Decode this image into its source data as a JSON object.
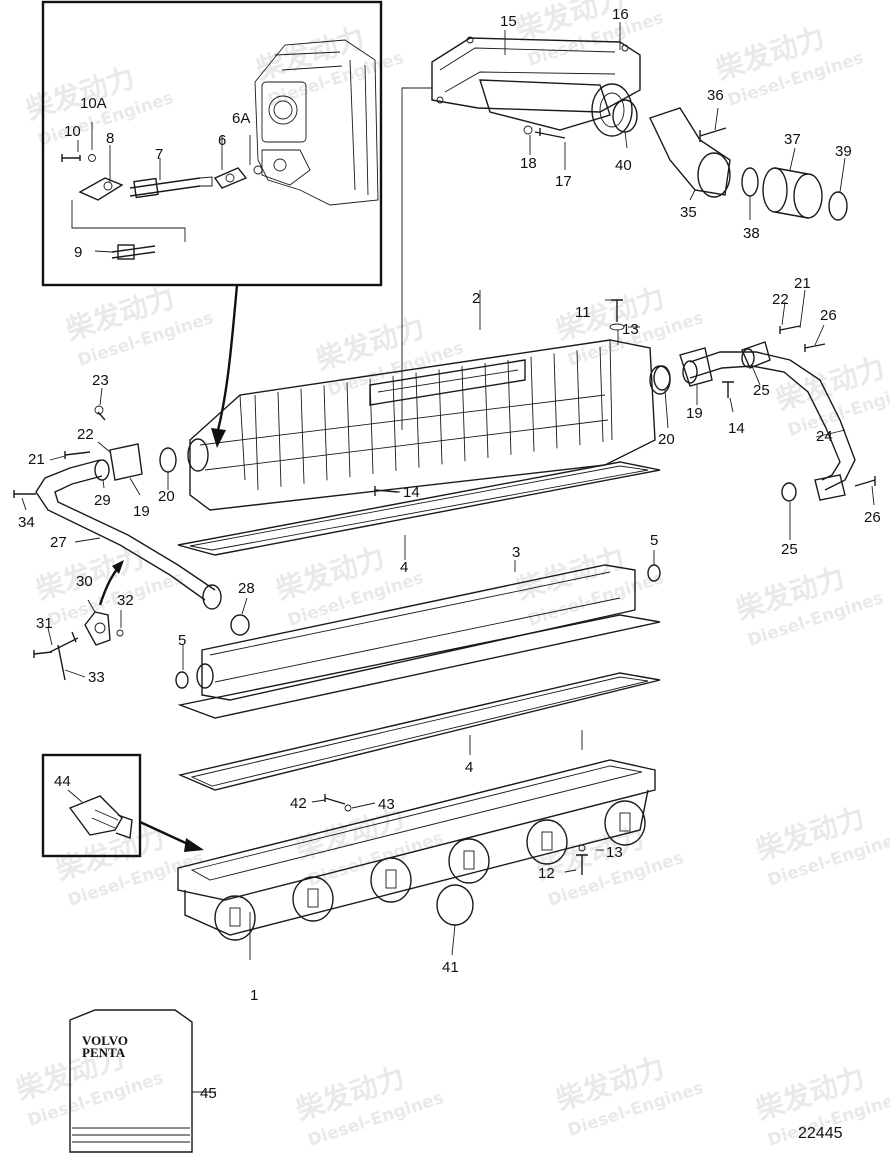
{
  "reference_number": "22445",
  "brand_label": "VOLVO PENTA",
  "watermark": {
    "brand_cn": "柴发动力",
    "brand_en": "Diesel-Engines"
  },
  "callouts": [
    {
      "num": "1"
    },
    {
      "num": "2"
    },
    {
      "num": "3"
    },
    {
      "num": "4"
    },
    {
      "num": "4"
    },
    {
      "num": "5"
    },
    {
      "num": "5"
    },
    {
      "num": "6"
    },
    {
      "num": "6A"
    },
    {
      "num": "7"
    },
    {
      "num": "8"
    },
    {
      "num": "9"
    },
    {
      "num": "10"
    },
    {
      "num": "10A"
    },
    {
      "num": "11"
    },
    {
      "num": "12"
    },
    {
      "num": "13"
    },
    {
      "num": "13"
    },
    {
      "num": "14"
    },
    {
      "num": "14"
    },
    {
      "num": "15"
    },
    {
      "num": "16"
    },
    {
      "num": "17"
    },
    {
      "num": "18"
    },
    {
      "num": "19"
    },
    {
      "num": "19"
    },
    {
      "num": "20"
    },
    {
      "num": "20"
    },
    {
      "num": "21"
    },
    {
      "num": "21"
    },
    {
      "num": "22"
    },
    {
      "num": "22"
    },
    {
      "num": "23"
    },
    {
      "num": "24"
    },
    {
      "num": "25"
    },
    {
      "num": "25"
    },
    {
      "num": "26"
    },
    {
      "num": "26"
    },
    {
      "num": "27"
    },
    {
      "num": "28"
    },
    {
      "num": "29"
    },
    {
      "num": "30"
    },
    {
      "num": "31"
    },
    {
      "num": "32"
    },
    {
      "num": "33"
    },
    {
      "num": "34"
    },
    {
      "num": "35"
    },
    {
      "num": "36"
    },
    {
      "num": "37"
    },
    {
      "num": "38"
    },
    {
      "num": "39"
    },
    {
      "num": "40"
    },
    {
      "num": "41"
    },
    {
      "num": "42"
    },
    {
      "num": "43"
    },
    {
      "num": "44"
    },
    {
      "num": "45"
    }
  ]
}
